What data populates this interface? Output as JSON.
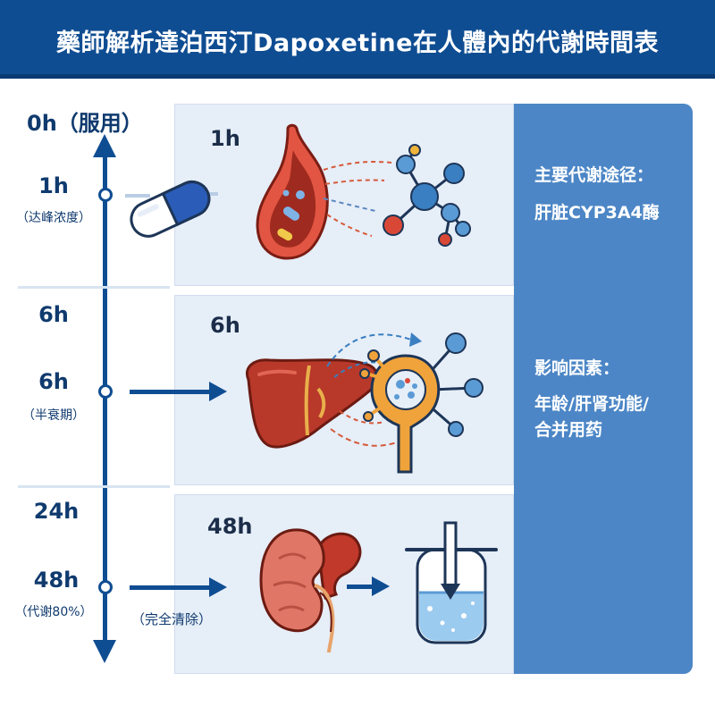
{
  "title": "藥師解析達泊西汀Dapoxetine在人體內的代謝時間表",
  "timeline": {
    "start_label": "0h（服用）",
    "nodes": [
      {
        "time": "1h",
        "note": "（达峰浓度）"
      },
      {
        "time": "6h",
        "note": "（半衰期）"
      },
      {
        "time": "48h",
        "note": "（代谢80%）"
      }
    ],
    "section_labels": [
      "6h",
      "24h"
    ]
  },
  "panels": [
    {
      "time": "1h",
      "scene": "stomach-absorption"
    },
    {
      "time": "6h",
      "scene": "liver-metabolism"
    },
    {
      "time": "48h",
      "scene": "kidney-excretion",
      "note": "（完全清除）"
    }
  ],
  "info": {
    "pathway_title": "主要代谢途径：",
    "pathway_value": "肝脏CYP3A4酶",
    "factors_title": "影响因素：",
    "factors_line1": "年龄/肝肾功能/",
    "factors_line2": "合并用药"
  },
  "colors": {
    "header": "#0f4d92",
    "axis": "#0f4d92",
    "panel": "#e6eef8",
    "info_panel": "#4c86c6",
    "organ_red": "#c0392b",
    "molecule_blue": "#3a7fc1"
  },
  "icons": [
    "capsule-icon",
    "stomach-icon",
    "molecule-icon",
    "liver-icon",
    "enzyme-icon",
    "kidney-icon",
    "beaker-icon"
  ]
}
